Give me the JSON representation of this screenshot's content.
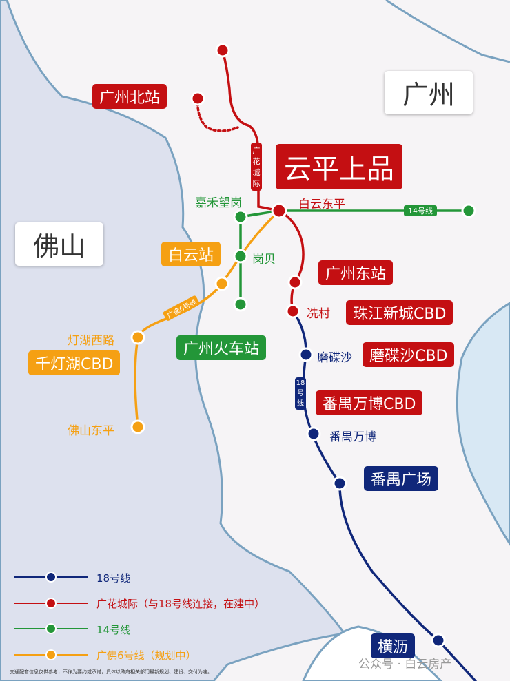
{
  "cities": {
    "guangzhou": "广州",
    "foshan": "佛山"
  },
  "project": "云平上品",
  "stations": {
    "baiyun_dongping": "白云东平",
    "jiahe": "嘉禾望岗",
    "gangbei": "岗贝",
    "baiyun_zhan": "白云站",
    "guangzhou_north": "广州北站",
    "guangzhou_east": "广州东站",
    "xiancun": "冼村",
    "mopansha": "磨碟沙",
    "panyu_wanbo": "番禺万博",
    "panyu_square": "番禺广场",
    "hengli": "横沥",
    "guangzhou_rail": "广州火车站",
    "denghu_xilu": "灯湖西路",
    "foshan_dongping": "佛山东平"
  },
  "callouts": {
    "zhujiang": "珠江新城CBD",
    "mopansha_cbd": "磨碟沙CBD",
    "panyu_cbd": "番禺万博CBD",
    "qiandenghu": "千灯湖CBD"
  },
  "line_tags": {
    "guanghua": "广花城际",
    "l14": "14号线",
    "l18": "18号线",
    "gf6": "广佛6号线"
  },
  "legend": [
    {
      "label": "18号线",
      "color": "#10277a"
    },
    {
      "label": "广花城际（与18号线连接，在建中）",
      "color": "#c40f12"
    },
    {
      "label": "14号线",
      "color": "#239638"
    },
    {
      "label": "广佛6号线（规划中）",
      "color": "#f5a013"
    }
  ],
  "disclaimer": "交通配套信息仅供参考，不作为要约或承诺，具体以政府相关部门最新规划、建设、交付为准。",
  "watermark": "公众号 · 白云房产"
}
